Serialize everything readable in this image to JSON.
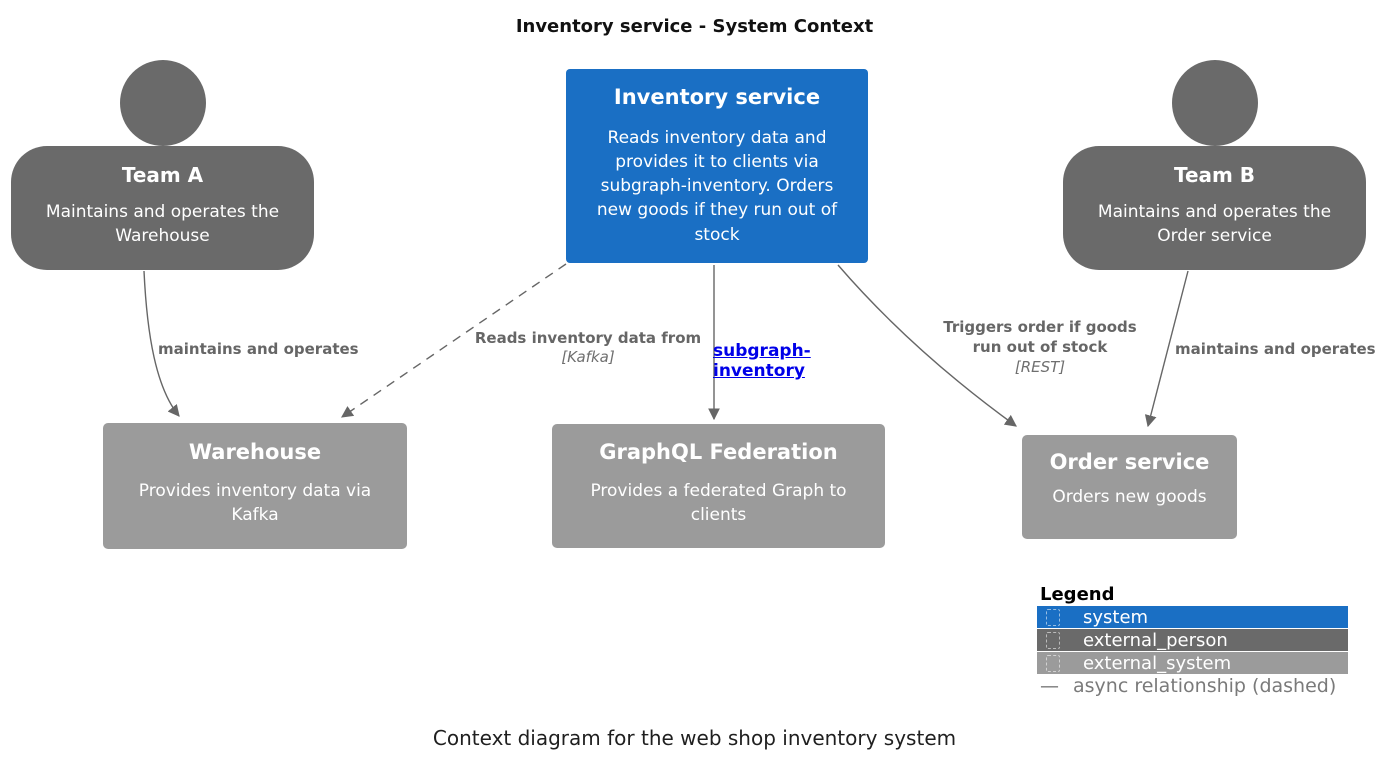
{
  "title": "Inventory service - System Context",
  "caption": "Context diagram for the web shop inventory system",
  "colors": {
    "system": "#1a6fc4",
    "external_person": "#6a6a6a",
    "external_system": "#9b9b9b",
    "edge": "#666666",
    "link": "#0000e8"
  },
  "nodes": {
    "team_a": {
      "title": "Team A",
      "description": "Maintains and operates the Warehouse"
    },
    "team_b": {
      "title": "Team B",
      "description": "Maintains and operates the Order service"
    },
    "inventory_service": {
      "title": "Inventory service",
      "description": "Reads inventory data and provides it to clients via subgraph-inventory. Orders new goods if they run out of stock"
    },
    "warehouse": {
      "title": "Warehouse",
      "description": "Provides inventory data via Kafka"
    },
    "graphql_federation": {
      "title": "GraphQL Federation",
      "description": "Provides a federated Graph to clients"
    },
    "order_service": {
      "title": "Order service",
      "description": "Orders new goods"
    }
  },
  "edges": {
    "team_a_warehouse": {
      "label": "maintains and operates",
      "style": "solid"
    },
    "inventory_warehouse": {
      "label": "Reads inventory data from",
      "technology": "[Kafka]",
      "style": "dashed"
    },
    "inventory_graphql": {
      "label": "subgraph-inventory",
      "style": "solid",
      "type": "link"
    },
    "inventory_order": {
      "label": "Triggers order if goods run out of stock",
      "technology": "[REST]",
      "style": "solid"
    },
    "team_b_order": {
      "label": "maintains and operates",
      "style": "solid"
    }
  },
  "legend": {
    "heading": "Legend",
    "items": [
      {
        "label": "system",
        "color": "#1a6fc4"
      },
      {
        "label": "external_person",
        "color": "#6a6a6a"
      },
      {
        "label": "external_system",
        "color": "#9b9b9b"
      }
    ],
    "note_prefix": "—",
    "note": "async relationship (dashed)"
  }
}
